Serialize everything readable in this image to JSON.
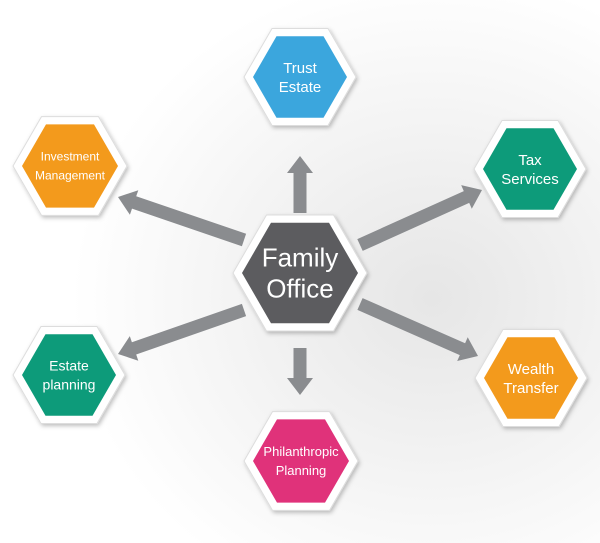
{
  "center": {
    "lines": [
      "Family",
      "Office"
    ],
    "color": "#5b5c5e"
  },
  "nodes": [
    {
      "id": "trust-estate",
      "lines": [
        "Trust",
        "Estate"
      ],
      "color": "#3aa6dd"
    },
    {
      "id": "investment-management",
      "lines": [
        "Investment",
        "Management"
      ],
      "color": "#f39a1e"
    },
    {
      "id": "tax-services",
      "lines": [
        "Tax",
        "Services"
      ],
      "color": "#0f9b7a"
    },
    {
      "id": "estate-planning",
      "lines": [
        "Estate",
        "planning"
      ],
      "color": "#0f9b7a"
    },
    {
      "id": "wealth-transfer",
      "lines": [
        "Wealth",
        "Transfer"
      ],
      "color": "#f39a1e"
    },
    {
      "id": "philanthropic-planning",
      "lines": [
        "Philanthropic",
        "Planning"
      ],
      "color": "#e0307a"
    }
  ],
  "arrow_color": "#8a8c8f"
}
